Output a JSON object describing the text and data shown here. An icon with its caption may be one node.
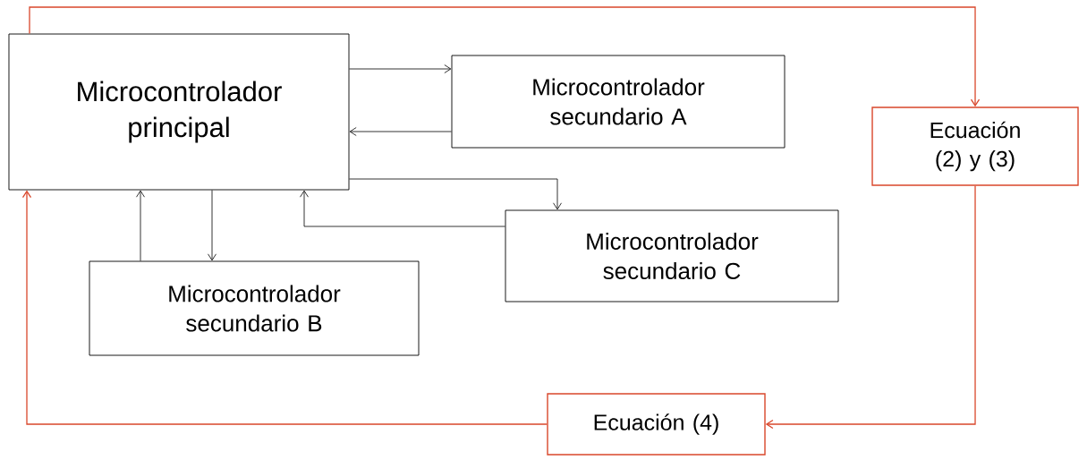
{
  "diagram": {
    "nodes": [
      {
        "text": [
          "Microcontrolador principal"
        ]
      },
      {
        "text": [
          "Microcontrolador secundario A"
        ]
      },
      {
        "text": [
          "Ecuación (2) y (3)"
        ]
      },
      {
        "text": [
          "Microcontrolador secundario C"
        ]
      },
      {
        "text": [
          "Microcontrolador secundario B"
        ]
      },
      {
        "text": [
          "Ecuación (4)"
        ]
      }
    ],
    "edges": [
      {
        "from": 0,
        "to": 1,
        "arrow": "to"
      },
      {
        "from": 1,
        "to": 0,
        "arrow": "to"
      },
      {
        "from": 0,
        "to": 3,
        "arrow": "to"
      },
      {
        "from": 3,
        "to": 0,
        "arrow": "to"
      },
      {
        "from": 0,
        "to": 4,
        "arrow": "to"
      },
      {
        "from": 4,
        "to": 0,
        "arrow": "to"
      },
      {
        "from": 0,
        "to": 2,
        "arrow": "to",
        "color": "#d9472b"
      },
      {
        "from": 2,
        "to": 5,
        "arrow": "to",
        "color": "#d9472b"
      },
      {
        "from": 5,
        "to": 0,
        "arrow": "to",
        "color": "#d9472b"
      }
    ]
  }
}
